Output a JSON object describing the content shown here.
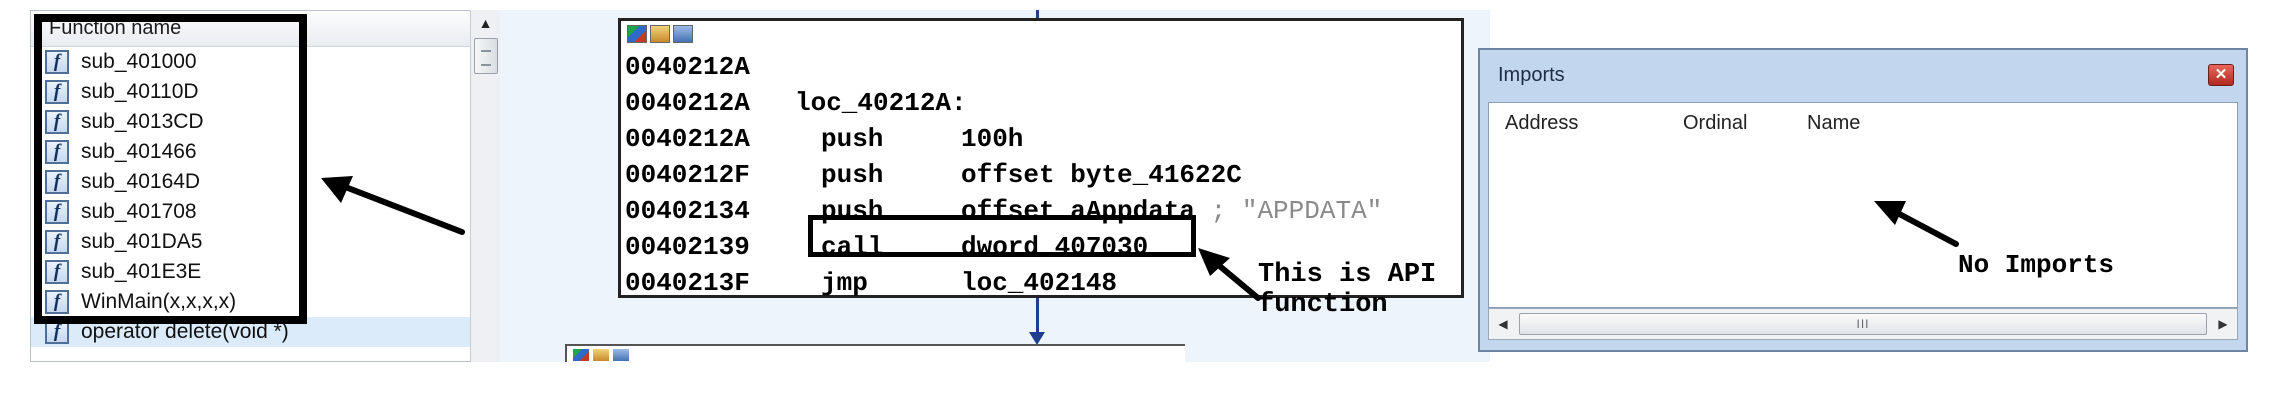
{
  "functions_panel": {
    "header": "Function name",
    "icon_glyph": "f",
    "items": [
      {
        "name": "sub_401000"
      },
      {
        "name": "sub_40110D"
      },
      {
        "name": "sub_4013CD"
      },
      {
        "name": "sub_401466"
      },
      {
        "name": "sub_40164D"
      },
      {
        "name": "sub_401708"
      },
      {
        "name": "sub_401DA5"
      },
      {
        "name": "sub_401E3E"
      },
      {
        "name": "WinMain(x,x,x,x)"
      },
      {
        "name": "operator delete(void *)"
      }
    ],
    "scroll_up_glyph": "▲"
  },
  "code_block": {
    "lines": [
      {
        "addr": "0040212A",
        "label": "",
        "mnem": "",
        "ops": "",
        "comment": ""
      },
      {
        "addr": "0040212A",
        "label": "loc_40212A:",
        "mnem": "",
        "ops": "",
        "comment": ""
      },
      {
        "addr": "0040212A",
        "label": "",
        "mnem": "push",
        "ops": "100h",
        "comment": ""
      },
      {
        "addr": "0040212F",
        "label": "",
        "mnem": "push",
        "ops": "offset byte_41622C",
        "comment": ""
      },
      {
        "addr": "00402134",
        "label": "",
        "mnem": "push",
        "ops": "offset aAppdata",
        "comment": " ; \"APPDATA\""
      },
      {
        "addr": "00402139",
        "label": "",
        "mnem": "call",
        "ops": "dword 407030",
        "comment": ""
      },
      {
        "addr": "0040213F",
        "label": "",
        "mnem": "jmp",
        "ops": "loc_402148",
        "comment": ""
      }
    ]
  },
  "annotations": {
    "api_note": "This is API\nfunction",
    "imports_note": "No Imports"
  },
  "imports_window": {
    "title": "Imports",
    "close_glyph": "✕",
    "columns": [
      "Address",
      "Ordinal",
      "Name"
    ],
    "scroll_left_glyph": "◀",
    "scroll_right_glyph": "▶",
    "scroll_thumb_grip": "III"
  },
  "colors": {
    "selection": "#dcebfa",
    "graph_background": "#eef4fb",
    "edge": "#1f3e8f",
    "imports_frame": "#c2d7ee"
  }
}
